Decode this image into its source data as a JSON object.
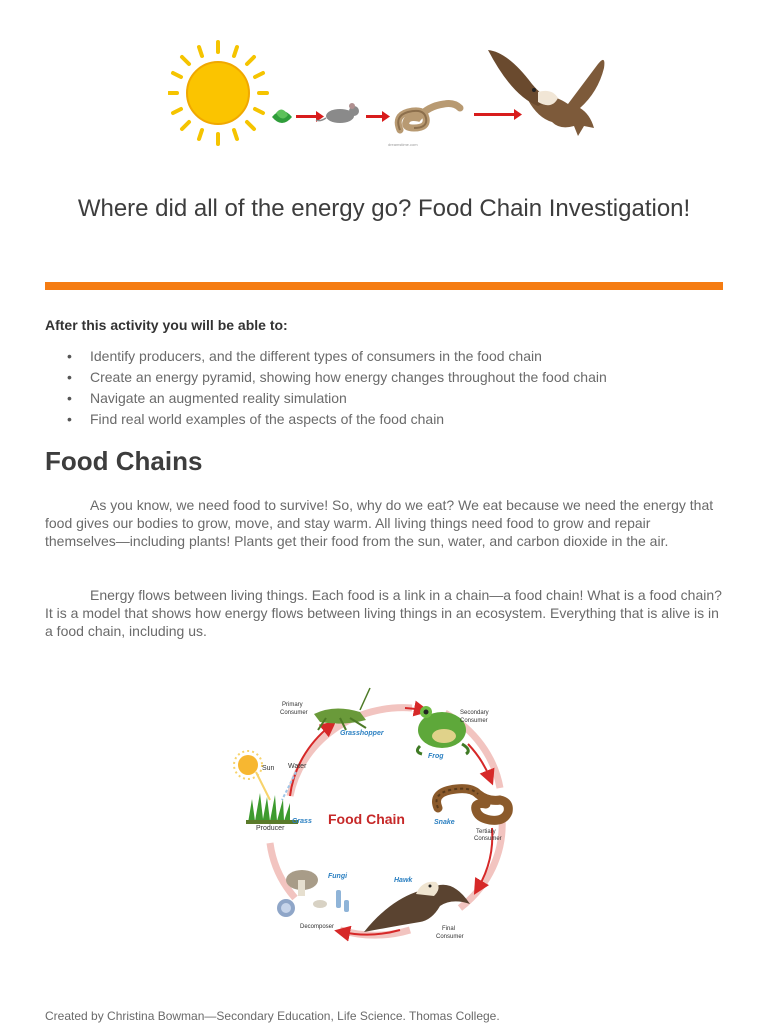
{
  "document": {
    "title": "Where did all of the energy go? Food Chain Investigation!",
    "objectives_heading": "After this activity you will be able to:",
    "objectives": [
      "Identify producers, and the different types of consumers in the food chain",
      "Create an energy pyramid, showing how energy changes throughout the food chain",
      "Navigate an augmented reality simulation",
      "Find real world examples of the aspects of the food chain"
    ],
    "section_heading": "Food Chains",
    "paragraphs": [
      "As you know, we need food to survive! So, why do we eat? We eat because we need the energy that food gives our bodies to grow, move, and stay warm. All living things need food to grow and repair themselves—including plants! Plants get their food from the sun, water, and carbon dioxide in the air.",
      "Energy flows between living things. Each food is a link in a chain—a food chain! What is a food chain? It is a model that shows how energy flows between living things in an ecosystem. Everything that is alive is in a food chain, including us."
    ],
    "footer": "Created by Christina Bowman—Secondary Education, Life Science. Thomas College."
  },
  "diagram": {
    "center_label": "Food Chain",
    "sun": "Sun",
    "water": "Water",
    "grass": "Grass",
    "producer": "Producer",
    "grasshopper": "Grasshopper",
    "primary_consumer_1": "Primary",
    "primary_consumer_2": "Consumer",
    "frog": "Frog",
    "secondary_consumer_1": "Secondary",
    "secondary_consumer_2": "Consumer",
    "snake": "Snake",
    "tertiary_consumer_1": "Tertiary",
    "tertiary_consumer_2": "Consumer",
    "hawk": "Hawk",
    "final_consumer_1": "Final",
    "final_consumer_2": "Consumer",
    "fungi": "Fungi",
    "decomposer": "Decomposer"
  },
  "colors": {
    "accent_rule": "#f57c12",
    "arrow_red": "#d62828",
    "label_blue": "#2a7fc1",
    "center_label": "#c62828"
  }
}
